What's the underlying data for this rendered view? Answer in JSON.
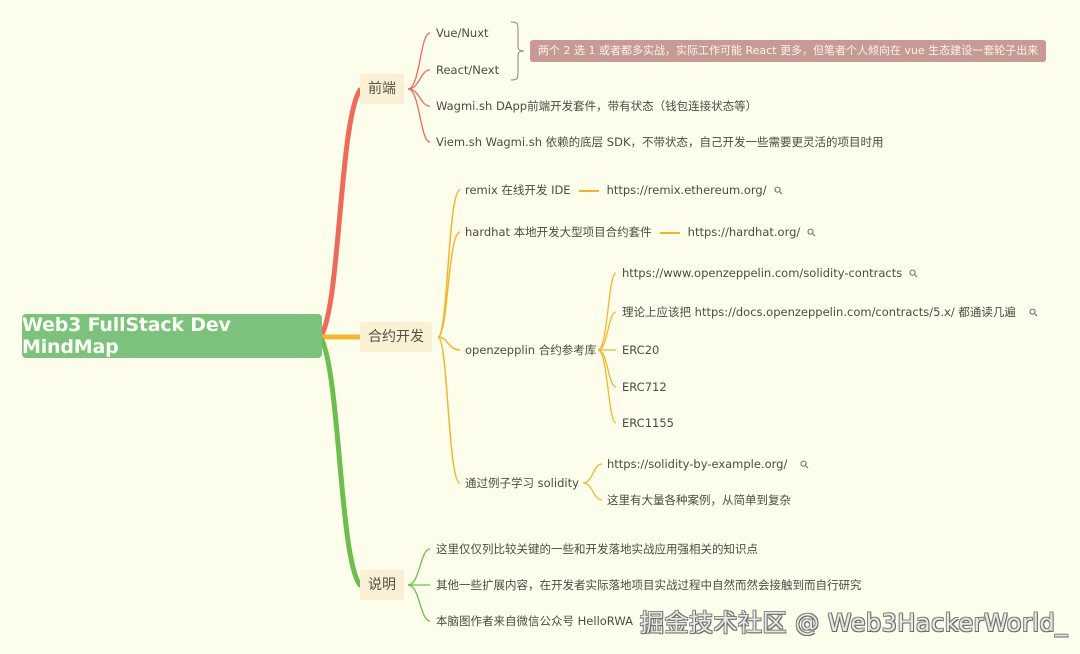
{
  "root": {
    "label": "Web3 FullStack Dev MindMap",
    "color": "#7cc27d"
  },
  "colors": {
    "frontend": "#ef6a5a",
    "contracts": "#f2b630",
    "notes": "#6cbf4f",
    "background": "#fdfdeb",
    "branch_bg": "#fbf0d3",
    "note_bg": "#c79a93"
  },
  "frontend": {
    "label": "前端",
    "items": [
      {
        "label": "Vue/Nuxt"
      },
      {
        "label": "React/Next"
      },
      {
        "label": "Wagmi.sh DApp前端开发套件，带有状态（钱包连接状态等）"
      },
      {
        "label": "Viem.sh Wagmi.sh 依赖的底层 SDK，不带状态，自己开发一些需要更灵活的项目时用"
      }
    ],
    "summary": "两个 2 选 1 或者都多实战，实际工作可能 React 更多，但笔者个人倾向在 vue 生态建设一套轮子出来"
  },
  "contracts": {
    "label": "合约开发",
    "remix": {
      "label": "remix 在线开发 IDE",
      "url": "https://remix.ethereum.org/"
    },
    "hardhat": {
      "label": "hardhat 本地开发大型项目合约套件",
      "url": "https://hardhat.org/"
    },
    "openzeppelin": {
      "label": "openzepplin 合约参考库",
      "items": [
        {
          "label": "https://www.openzeppelin.com/solidity-contracts",
          "link": true
        },
        {
          "label": "理论上应该把 https://docs.openzeppelin.com/contracts/5.x/ 都通读几遍",
          "link": true
        },
        {
          "label": "ERC20"
        },
        {
          "label": "ERC712"
        },
        {
          "label": "ERC1155"
        }
      ]
    },
    "solidity": {
      "label": "通过例子学习 solidity",
      "items": [
        {
          "label": "https://solidity-by-example.org/",
          "link": true
        },
        {
          "label": "这里有大量各种案例，从简单到复杂"
        }
      ]
    }
  },
  "notes": {
    "label": "说明",
    "items": [
      {
        "label": "这里仅仅列比较关键的一些和开发落地实战应用强相关的知识点"
      },
      {
        "label": "其他一些扩展内容，在开发者实际落地项目实战过程中自然而然会接触到而自行研究"
      },
      {
        "label": "本脑图作者来自微信公众号 HelloRWA"
      }
    ]
  },
  "icons": {
    "link": "⚲"
  },
  "watermark": "掘金技术社区 @ Web3HackerWorld_"
}
